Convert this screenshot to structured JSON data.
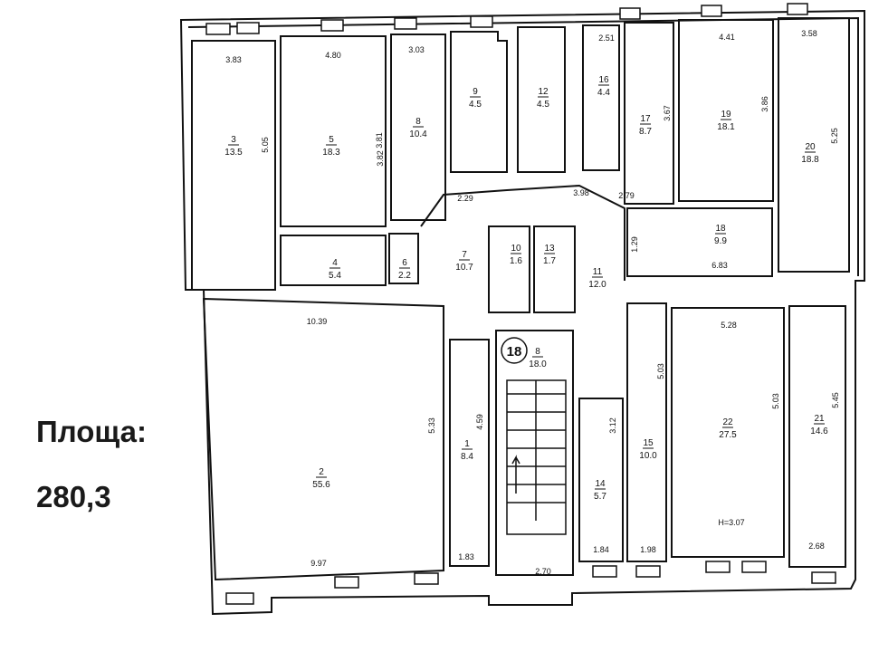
{
  "area_label": {
    "title": "Площа:",
    "value": "280,3"
  },
  "rooms": [
    {
      "id": "r2",
      "number": "2",
      "area": "55.6"
    },
    {
      "id": "r3",
      "number": "3",
      "area": "13.5"
    },
    {
      "id": "r4",
      "number": "4",
      "area": "5.4"
    },
    {
      "id": "r5",
      "number": "5",
      "area": "18.3"
    },
    {
      "id": "r6",
      "number": "6",
      "area": "2.2"
    },
    {
      "id": "r7",
      "number": "7",
      "area": "10.7"
    },
    {
      "id": "r8",
      "number": "8",
      "area": "10.4"
    },
    {
      "id": "r9",
      "number": "9",
      "area": "4.5"
    },
    {
      "id": "r10",
      "number": "10",
      "area": "1.6"
    },
    {
      "id": "r11",
      "number": "11",
      "area": "12.0"
    },
    {
      "id": "r12",
      "number": "12",
      "area": "4.5"
    },
    {
      "id": "r13",
      "number": "13",
      "area": "1.7"
    },
    {
      "id": "r14",
      "number": "14",
      "area": "5.7"
    },
    {
      "id": "r15",
      "number": "15",
      "area": "10.0"
    },
    {
      "id": "r16",
      "number": "16",
      "area": "4.4"
    },
    {
      "id": "r17",
      "number": "17",
      "area": "8.7"
    },
    {
      "id": "r18",
      "number": "18",
      "area": "9.9"
    },
    {
      "id": "r19",
      "number": "19",
      "area": "18.1"
    },
    {
      "id": "r20",
      "number": "20",
      "area": "18.8"
    },
    {
      "id": "r21",
      "number": "21",
      "area": "14.6"
    },
    {
      "id": "r22",
      "number": "22",
      "area": "27.5"
    },
    {
      "id": "r8b",
      "number": "8",
      "area": "18.0"
    },
    {
      "id": "r1",
      "number": "1",
      "area": "8.4"
    }
  ],
  "dimensions": [
    "3.83",
    "4.80",
    "3.03",
    "2.51",
    "4.41",
    "3.58",
    "5.05",
    "3.81",
    "3.82",
    "3.67",
    "3.86",
    "5.25",
    "2.29",
    "3.98",
    "2.79",
    "1.29",
    "6.83",
    "10.39",
    "5.28",
    "5.33",
    "4.59",
    "5.03",
    "3.12",
    "5.03",
    "5.45",
    "9.97",
    "1.83",
    "2.70",
    "1.84",
    "1.98",
    "H=3.07",
    "2.68"
  ],
  "stair_marker": "18"
}
